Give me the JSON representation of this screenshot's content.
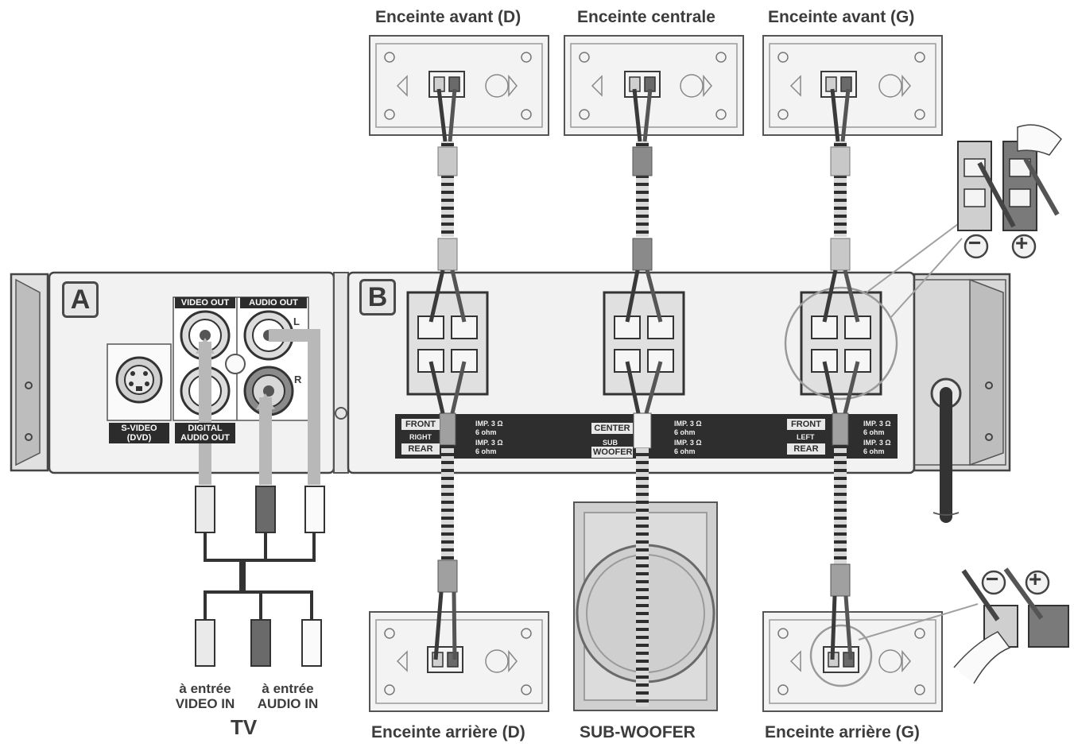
{
  "speakers": {
    "front_right": "Enceinte avant (D)",
    "center": "Enceinte centrale",
    "front_left": "Enceinte avant (G)",
    "rear_right": "Enceinte arrière (D)",
    "subwoofer": "SUB-WOOFER",
    "rear_left": "Enceinte arrière (G)"
  },
  "panels": {
    "a": "A",
    "b": "B"
  },
  "panel_a": {
    "video_out": "VIDEO OUT",
    "audio_out": "AUDIO OUT",
    "audio_l": "L",
    "audio_r": "R",
    "svideo": "S-VIDEO",
    "svideo_sub": "(DVD)",
    "digital_audio_out_1": "DIGITAL",
    "digital_audio_out_2": "AUDIO OUT"
  },
  "panel_b_strip": {
    "front": "FRONT",
    "right": "RIGHT",
    "rear": "REAR",
    "center": "CENTER",
    "sub": "SUB",
    "woofer": "WOOFER",
    "left": "LEFT",
    "spec_1": "IMP. 3 Ω",
    "spec_2": "6 ohm"
  },
  "tv": {
    "video_in_1": "à entrée",
    "video_in_2": "VIDEO IN",
    "audio_in_1": "à entrée",
    "audio_in_2": "AUDIO IN",
    "label": "TV"
  },
  "polarity": {
    "minus": "−",
    "plus": "+"
  }
}
